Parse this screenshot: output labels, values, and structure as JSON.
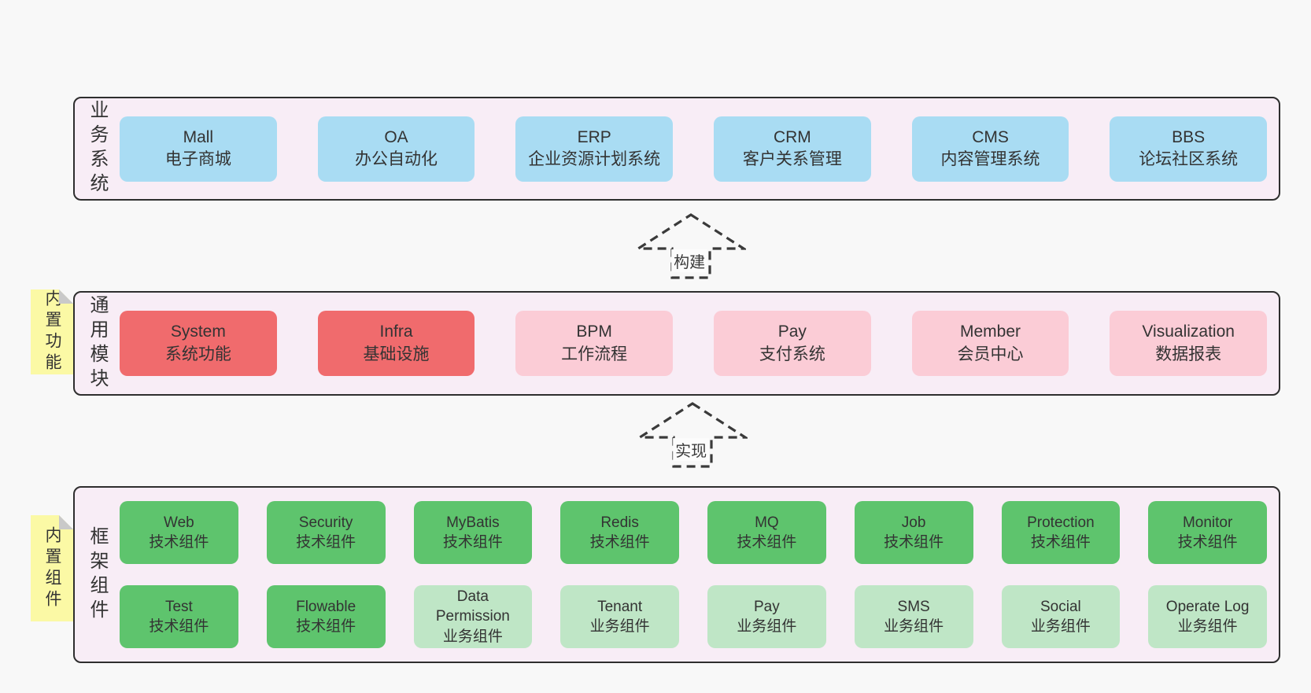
{
  "diagram": {
    "background": "#f8f8f8",
    "panel_background": "#f8edf6",
    "panel_border": "#2e2e2e",
    "text_color": "#333333",
    "arrow_color": "#3a3a3a"
  },
  "palette": {
    "blue": "#a9dcf3",
    "red": "#f06b6d",
    "pink": "#fbccd6",
    "green": "#5ec46d",
    "green_light": "#bfe6c6",
    "note_yellow": "#fbf9a5",
    "note_fold": "#c9c9c9"
  },
  "layers": [
    {
      "id": "business-systems",
      "label": "业务系统",
      "boxes": [
        {
          "title": "Mall",
          "subtitle": "电子商城",
          "variant": "blue"
        },
        {
          "title": "OA",
          "subtitle": "办公自动化",
          "variant": "blue"
        },
        {
          "title": "ERP",
          "subtitle": "企业资源计划系统",
          "variant": "blue"
        },
        {
          "title": "CRM",
          "subtitle": "客户关系管理",
          "variant": "blue"
        },
        {
          "title": "CMS",
          "subtitle": "内容管理系统",
          "variant": "blue"
        },
        {
          "title": "BBS",
          "subtitle": "论坛社区系统",
          "variant": "blue"
        }
      ]
    },
    {
      "id": "common-modules",
      "label": "通用模块",
      "note": "内置功能",
      "boxes": [
        {
          "title": "System",
          "subtitle": "系统功能",
          "variant": "red"
        },
        {
          "title": "Infra",
          "subtitle": "基础设施",
          "variant": "red"
        },
        {
          "title": "BPM",
          "subtitle": "工作流程",
          "variant": "pink"
        },
        {
          "title": "Pay",
          "subtitle": "支付系统",
          "variant": "pink"
        },
        {
          "title": "Member",
          "subtitle": "会员中心",
          "variant": "pink"
        },
        {
          "title": "Visualization",
          "subtitle": "数据报表",
          "variant": "pink"
        }
      ]
    },
    {
      "id": "framework-components",
      "label": "框架组件",
      "note": "内置组件",
      "rows": [
        [
          {
            "title": "Web",
            "subtitle": "技术组件",
            "variant": "green"
          },
          {
            "title": "Security",
            "subtitle": "技术组件",
            "variant": "green"
          },
          {
            "title": "MyBatis",
            "subtitle": "技术组件",
            "variant": "green"
          },
          {
            "title": "Redis",
            "subtitle": "技术组件",
            "variant": "green"
          },
          {
            "title": "MQ",
            "subtitle": "技术组件",
            "variant": "green"
          },
          {
            "title": "Job",
            "subtitle": "技术组件",
            "variant": "green"
          },
          {
            "title": "Protection",
            "subtitle": "技术组件",
            "variant": "green"
          },
          {
            "title": "Monitor",
            "subtitle": "技术组件",
            "variant": "green"
          }
        ],
        [
          {
            "title": "Test",
            "subtitle": "技术组件",
            "variant": "green"
          },
          {
            "title": "Flowable",
            "subtitle": "技术组件",
            "variant": "green"
          },
          {
            "title": "Data Permission",
            "subtitle": "业务组件",
            "variant": "green-light"
          },
          {
            "title": "Tenant",
            "subtitle": "业务组件",
            "variant": "green-light"
          },
          {
            "title": "Pay",
            "subtitle": "业务组件",
            "variant": "green-light"
          },
          {
            "title": "SMS",
            "subtitle": "业务组件",
            "variant": "green-light"
          },
          {
            "title": "Social",
            "subtitle": "业务组件",
            "variant": "green-light"
          },
          {
            "title": "Operate Log",
            "subtitle": "业务组件",
            "variant": "green-light"
          }
        ]
      ]
    }
  ],
  "arrows": [
    {
      "label": "构建"
    },
    {
      "label": "实现"
    }
  ]
}
